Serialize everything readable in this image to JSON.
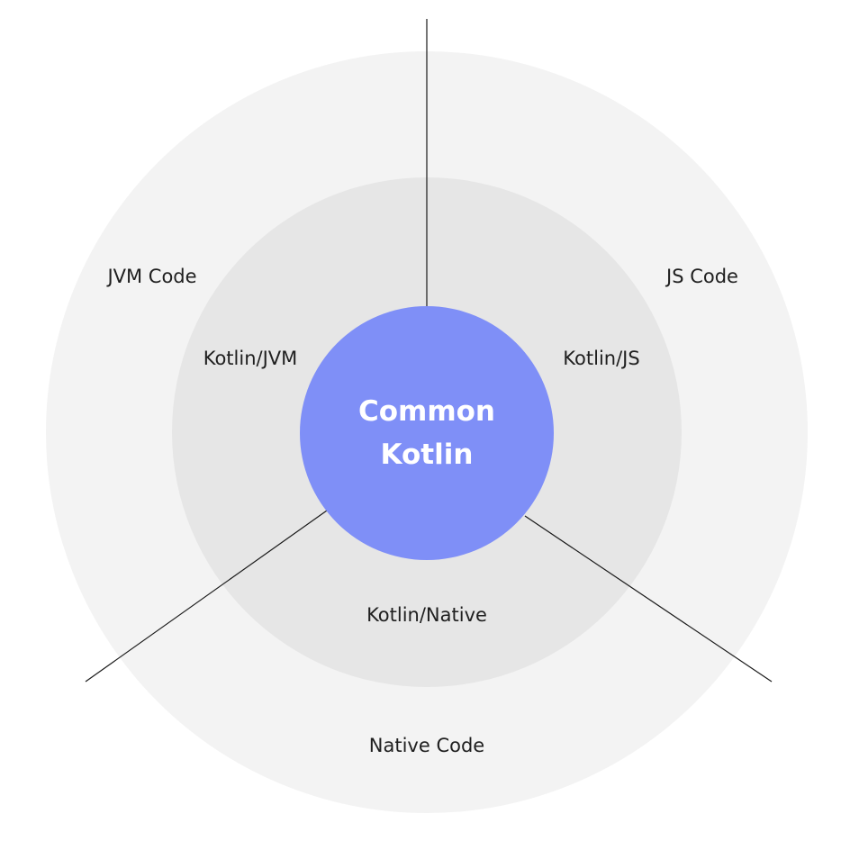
{
  "colors": {
    "background": "#ffffff",
    "outer_ring": "#f3f3f3",
    "middle_ring": "#e6e6e6",
    "core": "#7f8ff7",
    "divider_line": "#1a1a1a",
    "label_text": "#1f1f1f",
    "core_text": "#ffffff"
  },
  "core": {
    "line1": "Common",
    "line2": "Kotlin"
  },
  "middle_ring": {
    "left": "Kotlin/JVM",
    "right": "Kotlin/JS",
    "bottom": "Kotlin/Native"
  },
  "outer_ring": {
    "left": "JVM Code",
    "right": "JS Code",
    "bottom": "Native Code"
  }
}
